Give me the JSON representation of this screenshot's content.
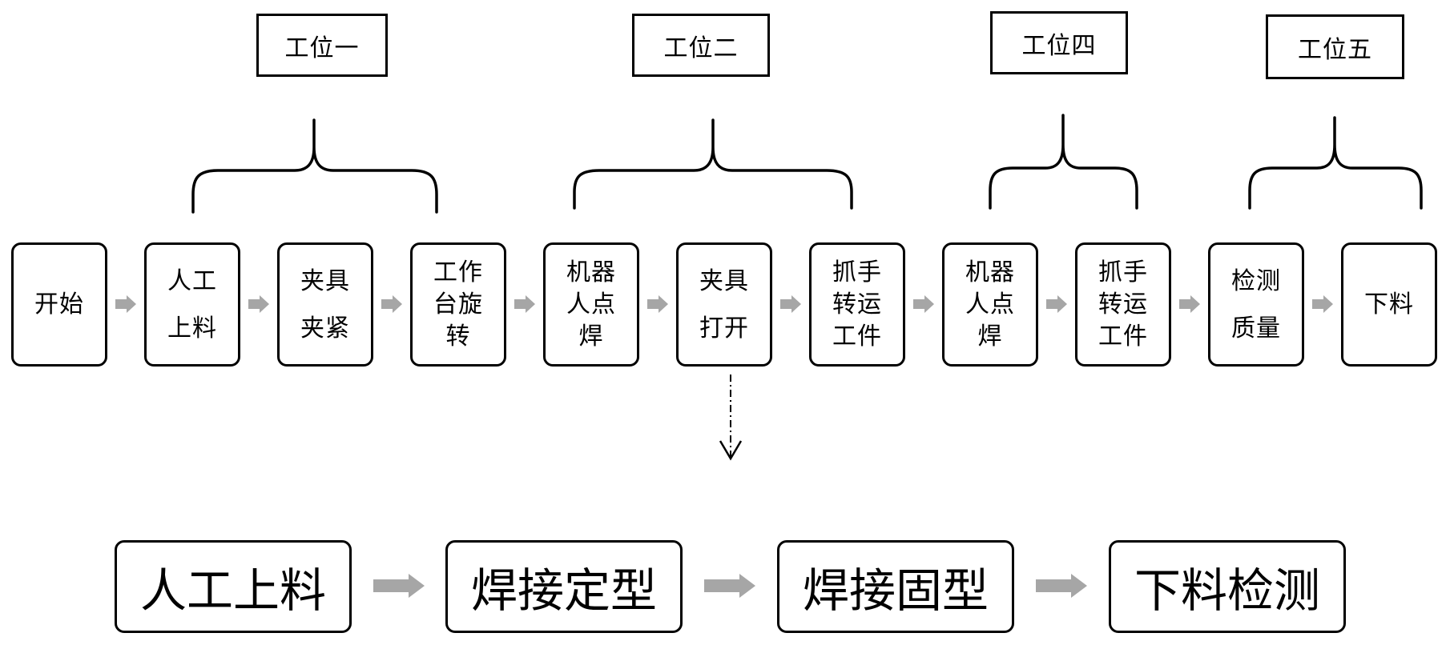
{
  "stations": [
    {
      "label": "工位一"
    },
    {
      "label": "工位二"
    },
    {
      "label": "工位四"
    },
    {
      "label": "工位五"
    }
  ],
  "steps": [
    {
      "lines": [
        "开始"
      ]
    },
    {
      "lines": [
        "人工",
        "上料"
      ]
    },
    {
      "lines": [
        "夹具",
        "夹紧"
      ]
    },
    {
      "lines": [
        "工作",
        "台旋",
        "转"
      ]
    },
    {
      "lines": [
        "机器",
        "人点",
        "焊"
      ]
    },
    {
      "lines": [
        "夹具",
        "打开"
      ]
    },
    {
      "lines": [
        "抓手",
        "转运",
        "工件"
      ]
    },
    {
      "lines": [
        "机器",
        "人点",
        "焊"
      ]
    },
    {
      "lines": [
        "抓手",
        "转运",
        "工件"
      ]
    },
    {
      "lines": [
        "检测",
        "质量"
      ]
    },
    {
      "lines": [
        "下料"
      ]
    }
  ],
  "stages": [
    {
      "label": "人工上料"
    },
    {
      "label": "焊接定型"
    },
    {
      "label": "焊接固型"
    },
    {
      "label": "下料检测"
    }
  ],
  "colors": {
    "arrow": "#a6a6a6",
    "border": "#000000",
    "background": "#ffffff"
  }
}
